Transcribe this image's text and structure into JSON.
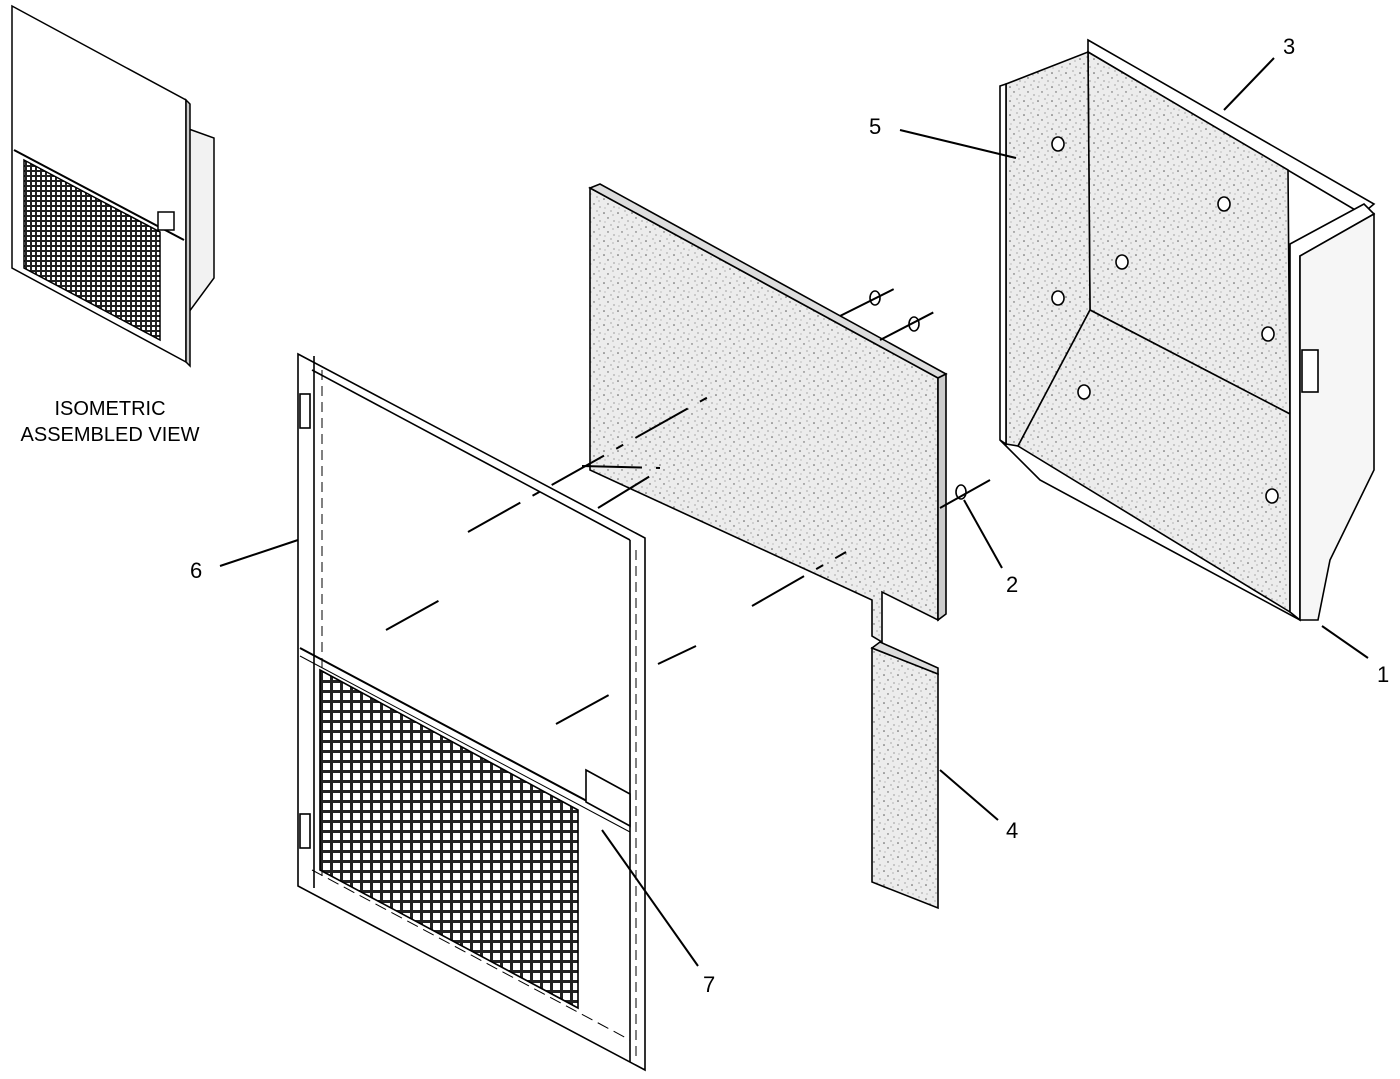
{
  "iso_view": {
    "caption_line1": "ISOMETRIC",
    "caption_line2": "ASSEMBLED VIEW"
  },
  "callouts": [
    {
      "id": "1",
      "text": "1"
    },
    {
      "id": "2",
      "text": "2"
    },
    {
      "id": "3",
      "text": "3"
    },
    {
      "id": "4",
      "text": "4"
    },
    {
      "id": "5",
      "text": "5"
    },
    {
      "id": "6",
      "text": "6"
    },
    {
      "id": "7",
      "text": "7"
    }
  ],
  "colors": {
    "line": "#000000",
    "foam_fill": "#e4e4e4",
    "background": "#ffffff"
  }
}
